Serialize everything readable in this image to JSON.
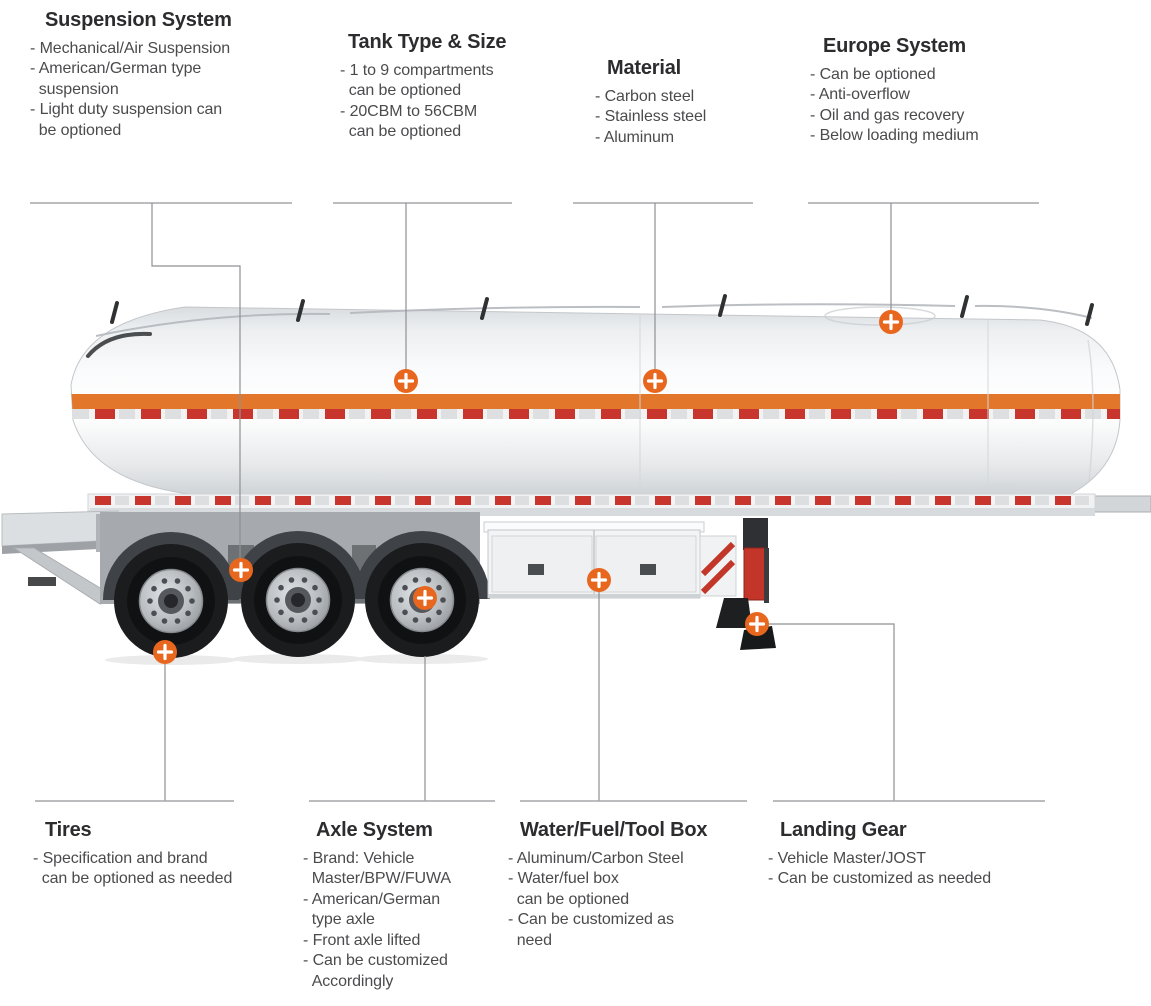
{
  "page": {
    "background": "#ffffff",
    "description_note": ""
  },
  "colors": {
    "marker_orange": "#E8671F",
    "tank_stripe_orange": "#E2762B",
    "reflective_red": "#C8352C",
    "connector_line_gray": "#8F9093",
    "title_text": "#2C2C2E",
    "body_text": "#4B4B4D"
  },
  "markers": {
    "icon": "plus-icon",
    "glyph": "+",
    "color": "#E8671F",
    "items": [
      "suspension",
      "tank-type-size",
      "material",
      "europe-system",
      "tires",
      "axle",
      "toolbox",
      "landing-gear"
    ]
  },
  "callouts": {
    "suspension": {
      "title": "Suspension System",
      "lines": [
        "- Mechanical/Air Suspension",
        "- American/German type",
        "  suspension",
        "- Light duty suspension can",
        "  be optioned"
      ]
    },
    "tank": {
      "title": "Tank Type & Size",
      "lines": [
        "- 1 to 9 compartments",
        "  can be optioned",
        "- 20CBM to 56CBM",
        "  can be optioned"
      ]
    },
    "material": {
      "title": "Material",
      "lines": [
        "- Carbon steel",
        "- Stainless steel",
        "- Aluminum"
      ]
    },
    "europe": {
      "title": "Europe System",
      "lines": [
        "- Can be optioned",
        "- Anti-overflow",
        "- Oil and gas recovery",
        "- Below loading medium"
      ]
    },
    "tires": {
      "title": "Tires",
      "lines": [
        "- Specification and brand",
        "  can be optioned as needed"
      ]
    },
    "axle": {
      "title": "Axle System",
      "lines": [
        "- Brand: Vehicle",
        "  Master/BPW/FUWA",
        "- American/German",
        "  type axle",
        "- Front axle lifted",
        "- Can be customized",
        "  Accordingly"
      ]
    },
    "waterbox": {
      "title": "Water/Fuel/Tool Box",
      "lines": [
        "- Aluminum/Carbon Steel",
        "- Water/fuel box",
        "  can be optioned",
        "- Can be customized as",
        "  need"
      ]
    },
    "landing": {
      "title": "Landing Gear",
      "lines": [
        "- Vehicle Master/JOST",
        "- Can be customized as needed"
      ]
    }
  }
}
